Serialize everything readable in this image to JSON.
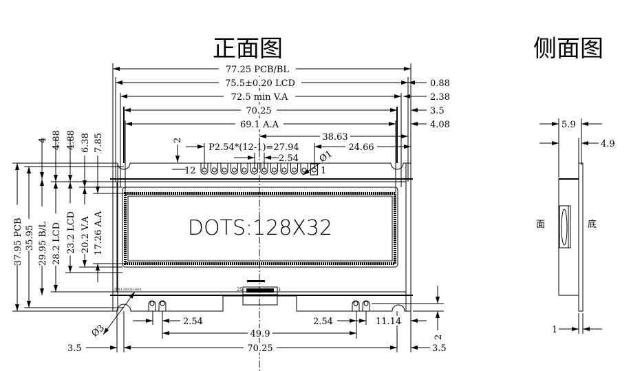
{
  "titles": {
    "front": "正面图",
    "side": "侧面图"
  },
  "display_text": "DOTS:128X32",
  "part_code": "JLX12832G-661",
  "top_dims": {
    "pcb_bl": "77.25 PCB/BL",
    "lcd": "75.5±0.20 LCD",
    "va": "72.5 min V.A",
    "holes": "70.25",
    "aa": "69.1 A.A",
    "center_offset": "38.63",
    "pin_pitch": "P2.54*(12-1)=27.94",
    "pin1_offset": "24.66",
    "pitch": "2.54",
    "pin_drill": "Ø1",
    "pin_rise": "2",
    "pin_first": "12",
    "pin_last": "1"
  },
  "right_dims": {
    "lcd": "0.88",
    "va": "2.38",
    "holes": "3.5",
    "aa": "4.08"
  },
  "left_dims": {
    "pcb": "37.95 PCB",
    "holes": "35.95",
    "bl": "29.95 B/L",
    "lcd": "28.2 LCD",
    "lcd2": "23.2 LCD",
    "va": "20.2 V.A",
    "aa": "17.26 A.A",
    "top_offsets": [
      "4",
      "4.88",
      "4.88",
      "6.38",
      "7.85"
    ],
    "hole_drill": "Ø3"
  },
  "bottom_dims": {
    "pad_pitch_left": "2.54",
    "pad_pitch_right": "2.54",
    "pad_offset": "11.14",
    "pad_span": "49.9",
    "holes": "70.25",
    "left_margin": "3.5",
    "right_margin": "3.5",
    "pad_rise": "2",
    "conn_left": "25",
    "conn_right": "1"
  },
  "side_view": {
    "total": "5.9",
    "module": "4.9",
    "pcb": "1",
    "front_label": "面",
    "back_label": "底"
  }
}
